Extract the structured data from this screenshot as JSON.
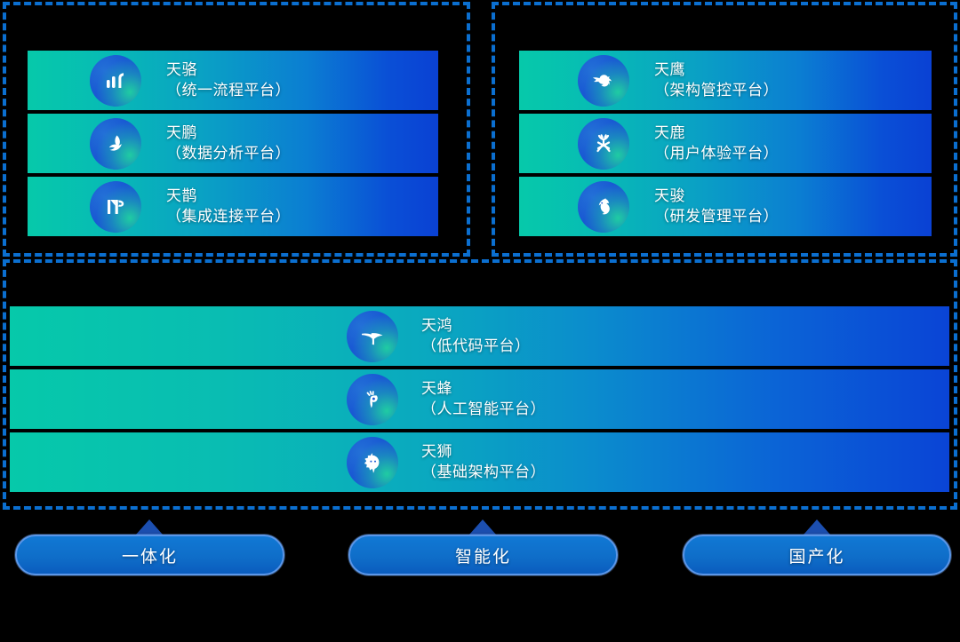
{
  "groups": {
    "top_left": {
      "platforms": [
        {
          "name": "天骆",
          "subtitle": "（统一流程平台）",
          "icon": "bar-chart-icon"
        },
        {
          "name": "天鹏",
          "subtitle": "（数据分析平台）",
          "icon": "roc-bird-icon"
        },
        {
          "name": "天鹊",
          "subtitle": "（集成连接平台）",
          "icon": "magpie-icon"
        }
      ]
    },
    "top_right": {
      "platforms": [
        {
          "name": "天鹰",
          "subtitle": "（架构管控平台）",
          "icon": "eagle-icon"
        },
        {
          "name": "天鹿",
          "subtitle": "（用户体验平台）",
          "icon": "deer-icon"
        },
        {
          "name": "天骏",
          "subtitle": "（研发管理平台）",
          "icon": "horse-icon"
        }
      ]
    },
    "bottom": {
      "platforms": [
        {
          "name": "天鸿",
          "subtitle": "（低代码平台）",
          "icon": "swan-icon"
        },
        {
          "name": "天蜂",
          "subtitle": "（人工智能平台）",
          "icon": "bee-icon"
        },
        {
          "name": "天狮",
          "subtitle": "（基础架构平台）",
          "icon": "lion-icon"
        }
      ]
    }
  },
  "pills": [
    {
      "label": "一体化"
    },
    {
      "label": "智能化"
    },
    {
      "label": "国产化"
    }
  ],
  "colors": {
    "dashed_border": "#0b6fd0",
    "bar_gradient_start": "#06c9aa",
    "bar_gradient_end": "#0a41d4",
    "pill_fill": "#0f6ec9",
    "pill_border": "#5b96e8",
    "arrow_fill": "#1c4fb0",
    "text": "#ffffff",
    "background": "#000000"
  }
}
